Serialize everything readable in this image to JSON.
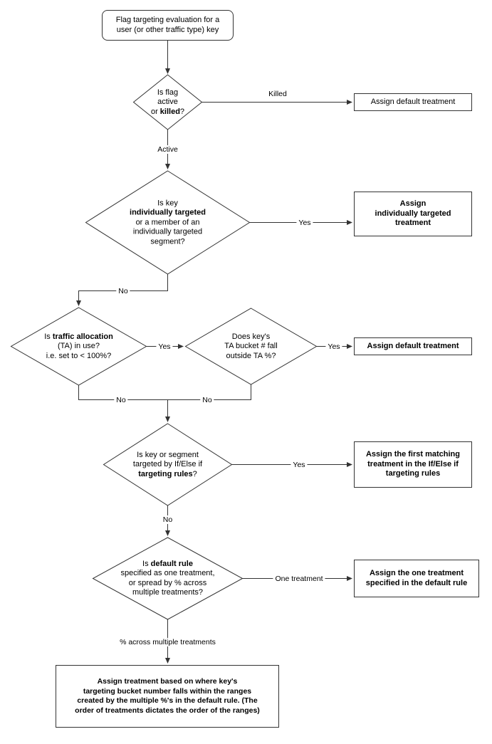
{
  "nodes": {
    "start": {
      "lines": [
        "Flag targeting evaluation for a",
        "user (or other traffic type) key"
      ]
    },
    "flag_active": {
      "l1": "Is flag",
      "l2": "active",
      "l3_pre": "or ",
      "l3_bold": "killed",
      "l3_post": "?"
    },
    "individually_targeted": {
      "l1": "Is key",
      "l2_bold": "individually targeted",
      "l3": "or a member of an",
      "l4": "individually targeted",
      "l5": "segment?"
    },
    "traffic_allocation": {
      "l1_pre": "Is ",
      "l1_bold": "traffic allocation",
      "l2": "(TA) in use?",
      "l3": "i.e. set to < 100%?"
    },
    "ta_bucket": {
      "l1": "Does key's",
      "l2": "TA bucket # fall",
      "l3": "outside TA %?"
    },
    "targeting_rules": {
      "l1": "Is key or segment",
      "l2": "targeted by If/Else if",
      "l3_bold": "targeting rules",
      "l3_post": "?"
    },
    "default_rule": {
      "l1_pre": "Is ",
      "l1_bold": "default rule",
      "l2": "specified as one treatment,",
      "l3": "or spread by % across",
      "l4": "multiple treatments?"
    },
    "assign_default_1": {
      "text": "Assign default treatment"
    },
    "assign_individual": {
      "lines": [
        "Assign",
        "individually targeted",
        "treatment"
      ]
    },
    "assign_default_2": {
      "text": "Assign default treatment"
    },
    "assign_first_matching": {
      "lines": [
        "Assign the first matching",
        "treatment in the If/Else if",
        "targeting rules"
      ]
    },
    "assign_one_treatment": {
      "lines": [
        "Assign the one treatment",
        "specified in the default rule"
      ]
    },
    "assign_by_ranges": {
      "lines": [
        "Assign treatment based on where key's",
        "targeting bucket number falls within the ranges",
        "created by the multiple %'s in the default rule. (The",
        "order of treatments dictates the order of the ranges)"
      ]
    }
  },
  "edges": {
    "killed": "Killed",
    "active": "Active",
    "yes_individual": "Yes",
    "no_individual": "No",
    "yes_ta": "Yes",
    "yes_outside": "Yes",
    "no_ta": "No",
    "no_outside": "No",
    "yes_rules": "Yes",
    "no_rules": "No",
    "one_treatment": "One treatment",
    "pct_multiple": "% across multiple treatments"
  },
  "colors": {
    "line": "#333333",
    "border": "#333333",
    "text": "#000000",
    "background": "#ffffff"
  }
}
